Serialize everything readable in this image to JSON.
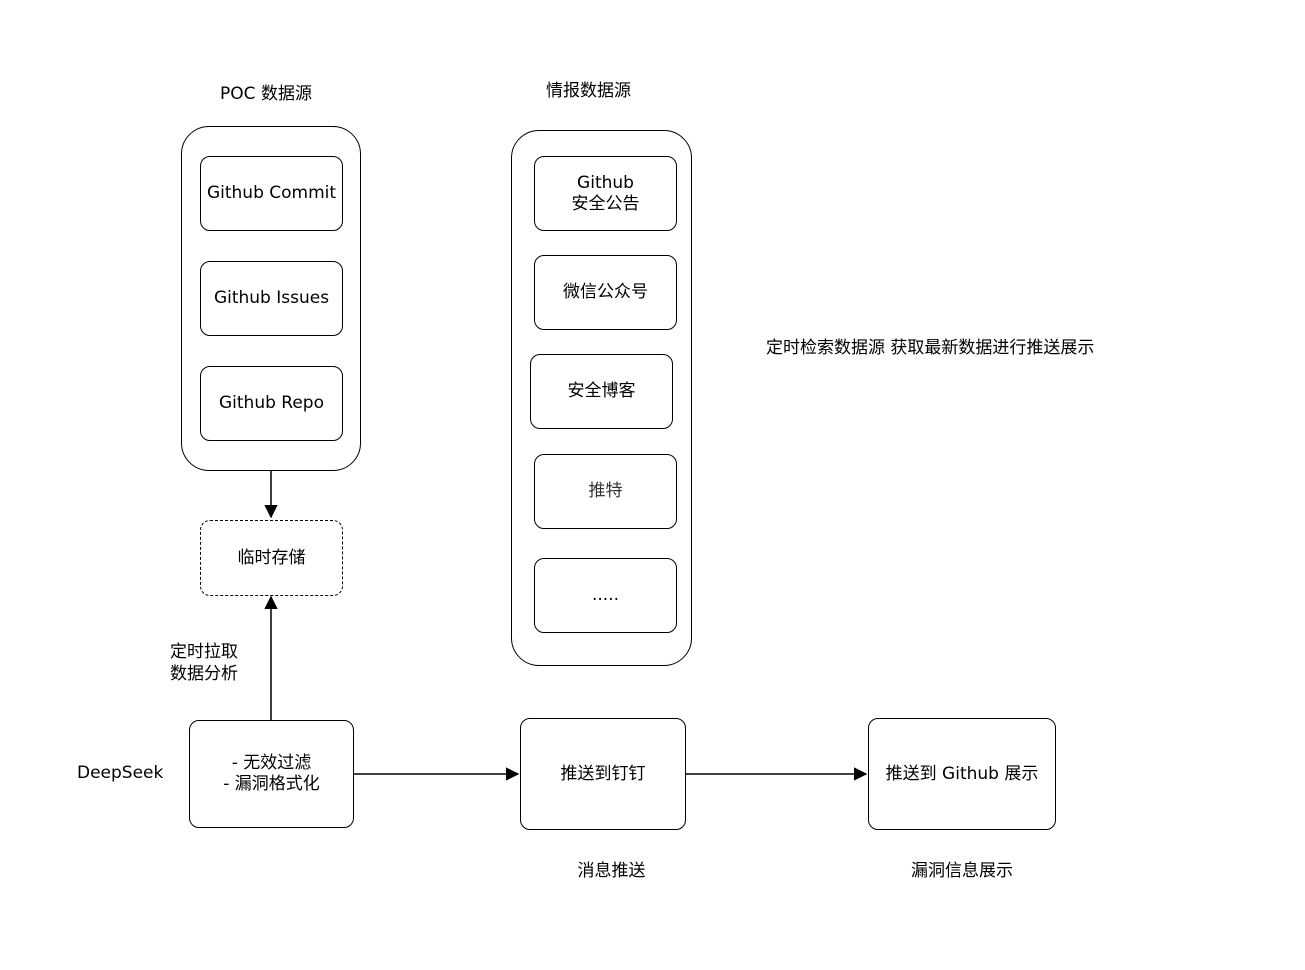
{
  "poc_group": {
    "title": "POC 数据源",
    "items": [
      "Github Commit",
      "Github Issues",
      "Github Repo"
    ]
  },
  "intel_group": {
    "title": "情报数据源",
    "items": [
      "Github\n安全公告",
      "微信公众号",
      "安全博客",
      "推特",
      "....."
    ]
  },
  "temp_storage": "临时存储",
  "pull_label": "定时拉取\n数据分析",
  "deepseek_label": "DeepSeek",
  "process_box": "- 无效过滤\n- 漏洞格式化",
  "dingtalk_box": "推送到钉钉",
  "github_box": "推送到 Github 展示",
  "message_push_caption": "消息推送",
  "vuln_display_caption": "漏洞信息展示",
  "description": "定时检索数据源 获取最新数据进行推送展示"
}
